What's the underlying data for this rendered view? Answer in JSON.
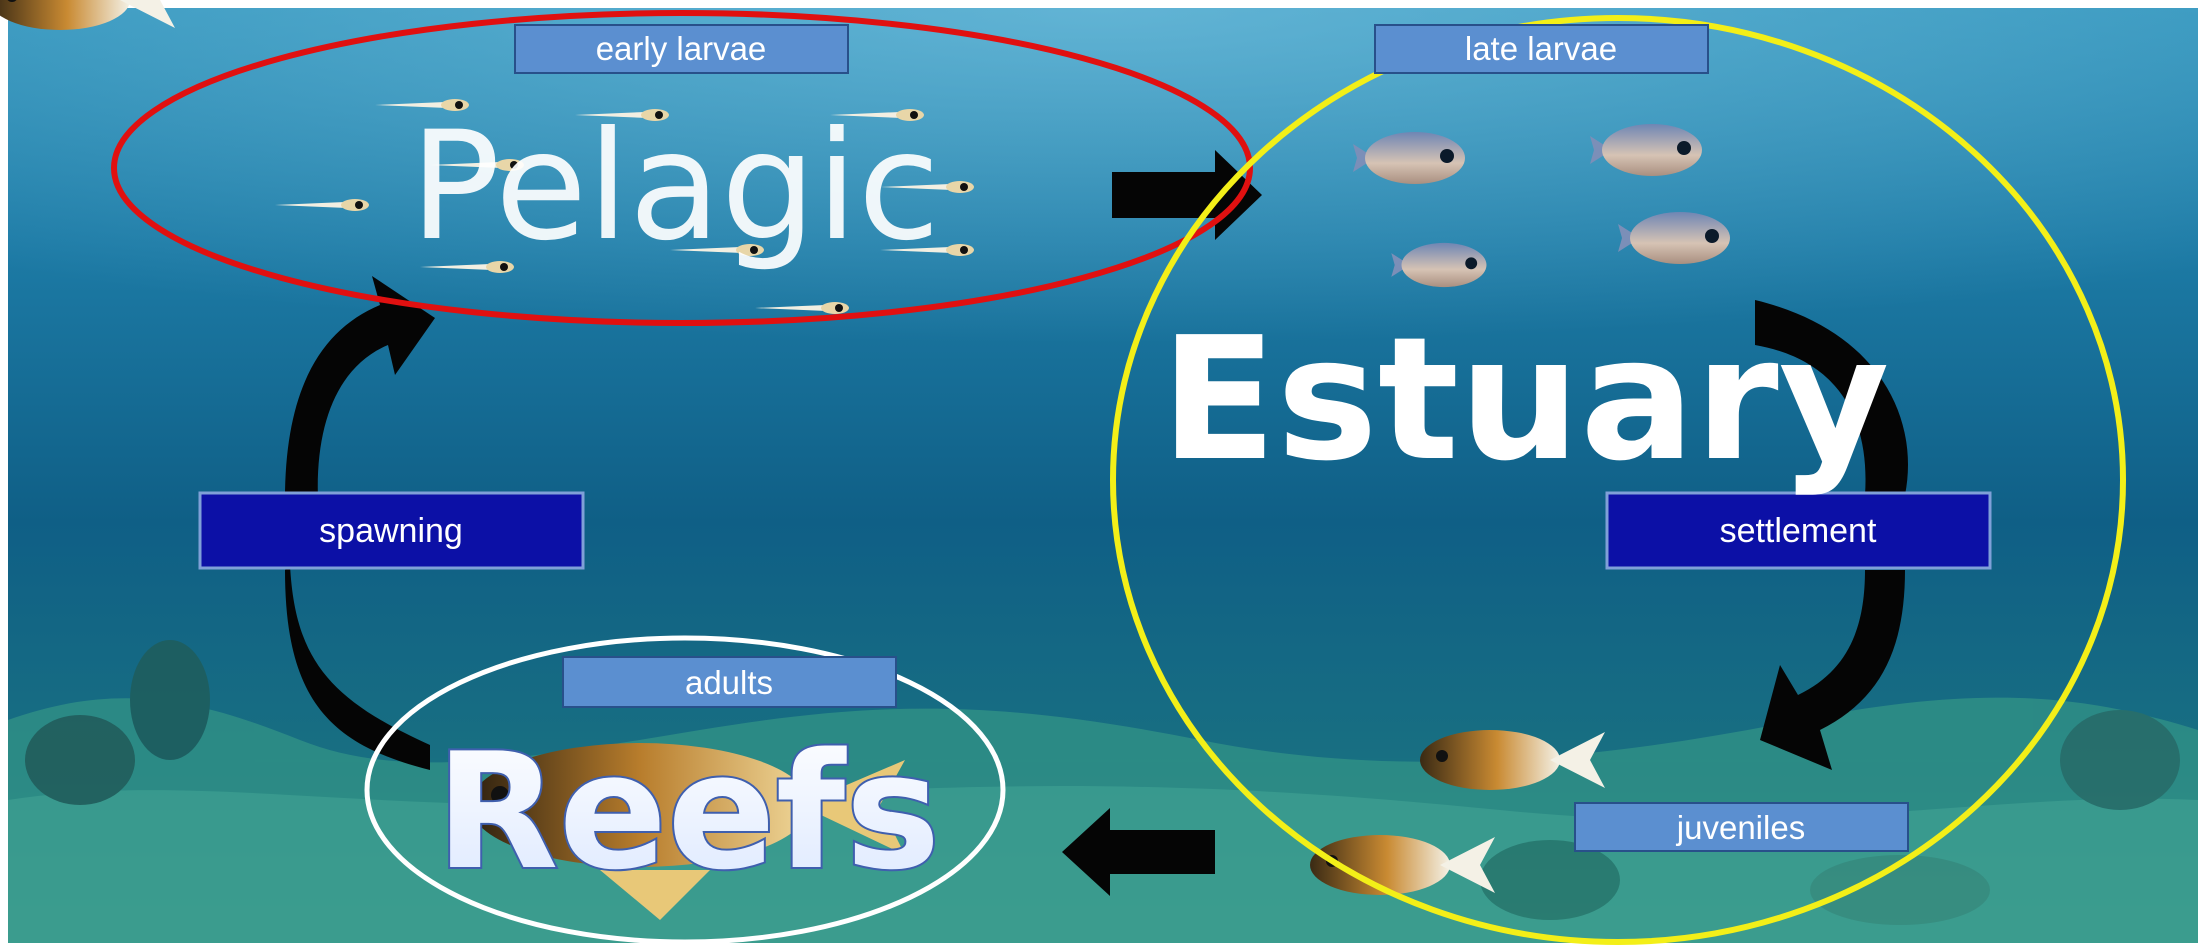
{
  "stage_labels": {
    "early_larvae": "early larvae",
    "late_larvae": "late larvae",
    "spawning": "spawning",
    "settlement": "settlement",
    "adults": "adults",
    "juveniles": "juveniles"
  },
  "habitats": {
    "pelagic": "Pelagic",
    "estuary": "Estuary",
    "reefs": "Reefs"
  },
  "colors": {
    "label_box_light": "#5b8fd0",
    "label_box_dark": "#0c10a6",
    "pelagic_ring": "#e01010",
    "estuary_ring": "#f3ef18",
    "reefs_ring": "#ffffff",
    "arrow": "#050505"
  },
  "icons": {
    "larva": "fish-larva-icon",
    "late_larva_fish": "fish-icon",
    "juvenile_fish": "fish-icon",
    "adult_fish": "fish-icon"
  }
}
